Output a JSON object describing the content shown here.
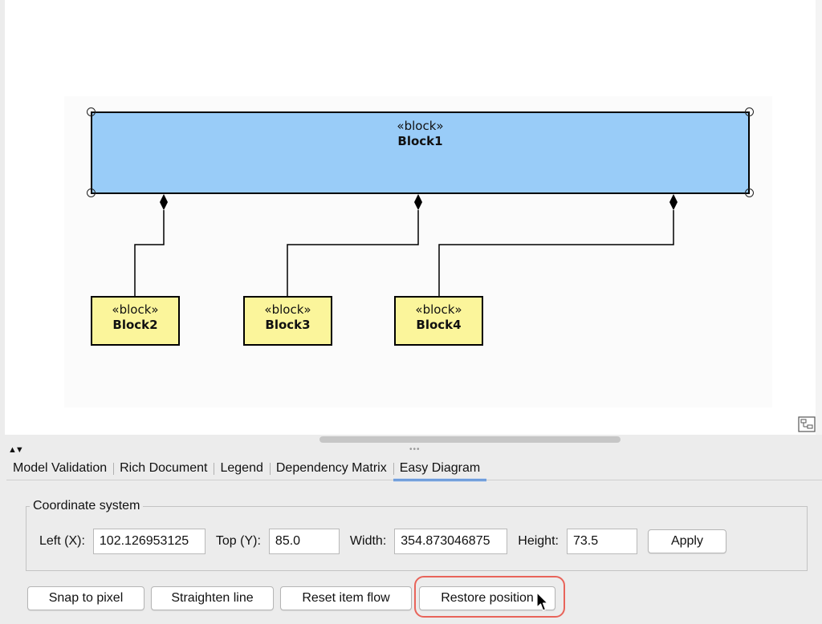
{
  "diagram": {
    "main_block": {
      "stereotype": "«block»",
      "name": "Block1",
      "fill": "#99ccf8"
    },
    "child_blocks": [
      {
        "stereotype": "«block»",
        "name": "Block2",
        "fill": "#fbf59b"
      },
      {
        "stereotype": "«block»",
        "name": "Block3",
        "fill": "#fbf59b"
      },
      {
        "stereotype": "«block»",
        "name": "Block4",
        "fill": "#fbf59b"
      }
    ],
    "relationship": "composition",
    "overview_icon": "diagram-overview-icon"
  },
  "panel": {
    "collapse_icon": "split-arrows-icon",
    "tabs": [
      {
        "label": "Model Validation",
        "active": false
      },
      {
        "label": "Rich Document",
        "active": false
      },
      {
        "label": "Legend",
        "active": false
      },
      {
        "label": "Dependency Matrix",
        "active": false
      },
      {
        "label": "Easy Diagram",
        "active": true
      }
    ],
    "accent": "#2c7be5"
  },
  "coordinate_system": {
    "title": "Coordinate system",
    "left_label": "Left (X):",
    "left_value": "102.126953125",
    "top_label": "Top (Y):",
    "top_value": "85.0",
    "width_label": "Width:",
    "width_value": "354.873046875",
    "height_label": "Height:",
    "height_value": "73.5",
    "apply_label": "Apply"
  },
  "actions": {
    "snap_label": "Snap to pixel",
    "straighten_label": "Straighten line",
    "reset_label": "Reset item flow",
    "restore_label": "Restore position",
    "highlight_color": "#e8645a"
  }
}
